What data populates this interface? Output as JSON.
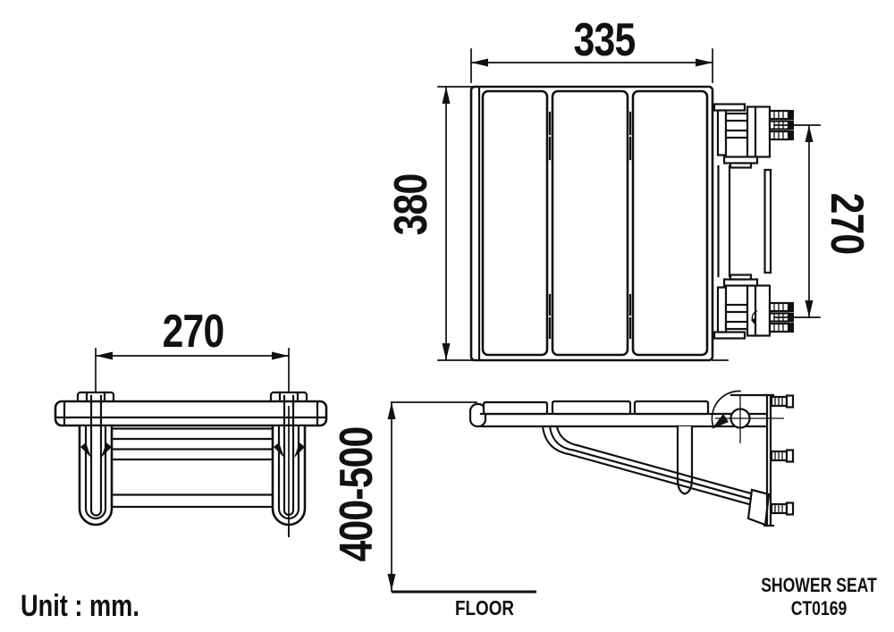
{
  "title_block": {
    "product_name": "SHOWER SEAT",
    "product_code": "CT0169",
    "unit_note": "Unit : mm."
  },
  "annotations": {
    "floor": "FLOOR"
  },
  "dimensions": {
    "seat_width": "335",
    "seat_depth": "380",
    "bracket_spacing": "270",
    "leg_spacing": "270",
    "seat_height_range": "400-500"
  },
  "colors": {
    "line": "#111111",
    "background": "#ffffff"
  }
}
